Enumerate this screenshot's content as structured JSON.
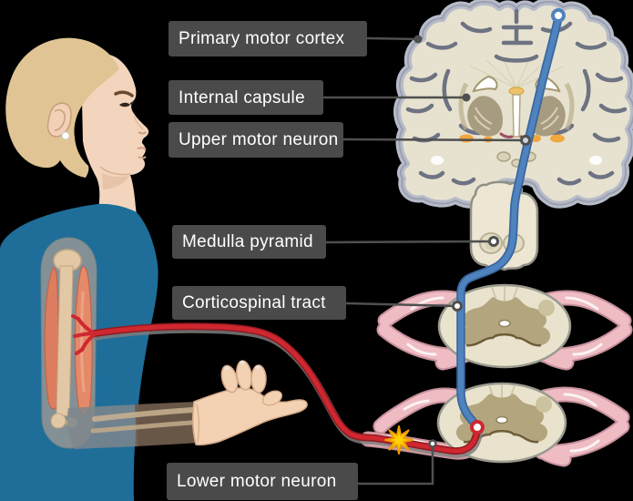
{
  "labels": [
    {
      "id": "primary-motor-cortex",
      "text": "Primary motor cortex"
    },
    {
      "id": "internal-capsule",
      "text": "Internal capsule"
    },
    {
      "id": "upper-motor-neuron",
      "text": "Upper motor neuron"
    },
    {
      "id": "medulla-pyramid",
      "text": "Medulla pyramid"
    },
    {
      "id": "corticospinal-tract",
      "text": "Corticospinal tract"
    },
    {
      "id": "lower-motor-neuron",
      "text": "Lower motor neuron"
    }
  ],
  "markers": {
    "upper_motor_neuron_origin": "circle-marker",
    "synapse_lower_motor_neuron": "circle-marker",
    "neuromuscular_junction": "starburst-marker",
    "leader_endpoint": "dot-marker"
  },
  "colors": {
    "background": "#000000",
    "label_background": "#4a4a4a",
    "label_text": "#ffffff",
    "leader_line": "#4f4f4f",
    "upper_motor_neuron_blue": "#4f83bd",
    "lower_motor_neuron_red": "#cf2730",
    "synapse_star_yellow": "#ffd200",
    "nerve_root_pink": "#efbcc3",
    "cord_cream": "#e9e3ce",
    "gray_matter_olive": "#b3a67e",
    "cortex_rim_blue_gray": "#b7bbc9",
    "sulci_gray": "#6d7382",
    "shirt_teal": "#1e6e99",
    "skin": "#f3d2b3",
    "hair_blonde": "#e0c493",
    "muscle_salmon": "#e58a69",
    "bone_beige": "#e2c8a4"
  }
}
